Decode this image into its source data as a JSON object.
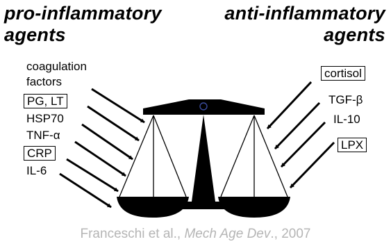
{
  "titles": {
    "pro_line1": "pro-inflammatory",
    "pro_line2": "agents",
    "anti_line1": "anti-inflammatory",
    "anti_line2": "agents"
  },
  "pro_agents": [
    {
      "text": "coagulation",
      "boxed": false
    },
    {
      "text": "factors",
      "boxed": false
    },
    {
      "text": "PG, LT",
      "boxed": true
    },
    {
      "text": "HSP70",
      "boxed": false
    },
    {
      "text": "TNF-α",
      "boxed": false
    },
    {
      "text": "CRP",
      "boxed": true
    },
    {
      "text": "IL-6",
      "boxed": false
    }
  ],
  "anti_agents": [
    {
      "text": "cortisol",
      "boxed": true
    },
    {
      "text": "TGF-β",
      "boxed": false
    },
    {
      "text": "IL-10",
      "boxed": false
    },
    {
      "text": "LPX",
      "boxed": true
    }
  ],
  "citation": {
    "authors": "Franceschi et al., ",
    "journal": "Mech Age Dev",
    "tail": "., 2007"
  },
  "colors": {
    "ink": "#000000",
    "citation": "#b5b5b5"
  }
}
